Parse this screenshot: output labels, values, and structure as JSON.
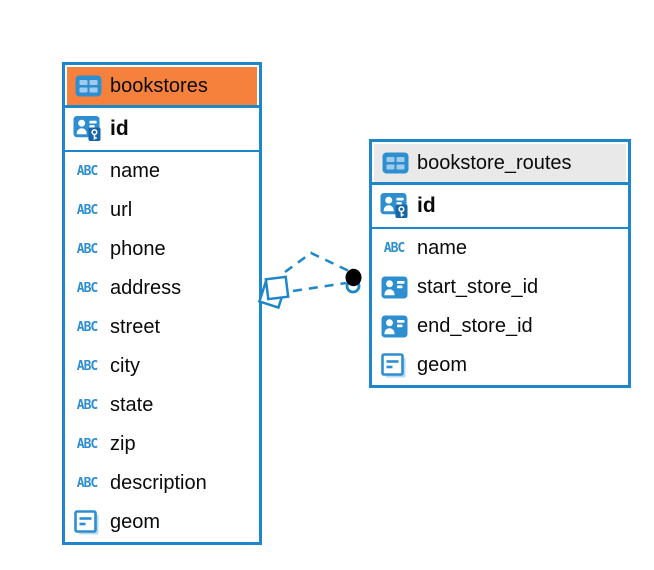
{
  "diagram": {
    "abc_label": "ABC",
    "tables": [
      {
        "name": "bookstores",
        "header_color": "#F6813C",
        "columns": [
          {
            "name": "id",
            "type": "primary-key"
          },
          {
            "name": "name",
            "type": "text"
          },
          {
            "name": "url",
            "type": "text"
          },
          {
            "name": "phone",
            "type": "text"
          },
          {
            "name": "address",
            "type": "text"
          },
          {
            "name": "street",
            "type": "text"
          },
          {
            "name": "city",
            "type": "text"
          },
          {
            "name": "state",
            "type": "text"
          },
          {
            "name": "zip",
            "type": "text"
          },
          {
            "name": "description",
            "type": "text"
          },
          {
            "name": "geom",
            "type": "geometry"
          }
        ]
      },
      {
        "name": "bookstore_routes",
        "header_color": "#E9E9E9",
        "columns": [
          {
            "name": "id",
            "type": "primary-key"
          },
          {
            "name": "name",
            "type": "text"
          },
          {
            "name": "start_store_id",
            "type": "foreign-key"
          },
          {
            "name": "end_store_id",
            "type": "foreign-key"
          },
          {
            "name": "geom",
            "type": "geometry"
          }
        ]
      }
    ],
    "relationships": [
      {
        "from_table": "bookstores",
        "to_table": "bookstore_routes",
        "line_style": "dashed"
      },
      {
        "from_table": "bookstores",
        "to_table": "bookstore_routes",
        "line_style": "dashed"
      }
    ],
    "colors": {
      "accent_blue": "#1E87C9",
      "icon_blue": "#2E8FD0",
      "key_badge_blue": "#1565A8",
      "bookstores_header": "#F6813C",
      "routes_header": "#E9E9E9",
      "connector_dot": "#000000",
      "text": "#0a0a0a"
    }
  }
}
